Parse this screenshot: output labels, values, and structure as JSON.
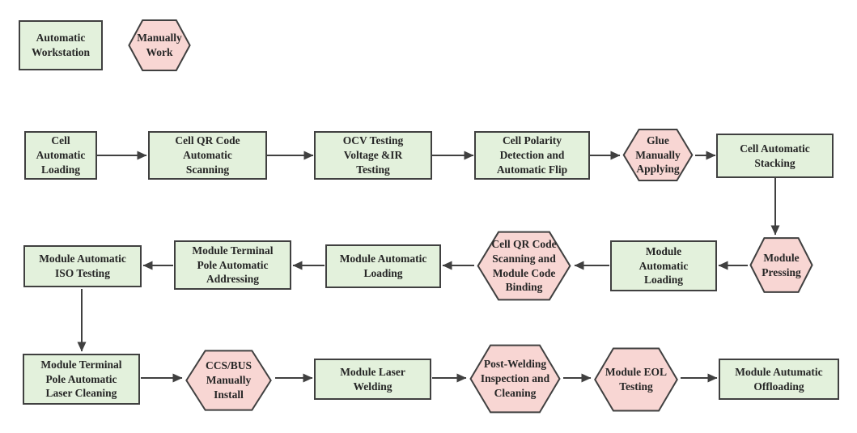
{
  "legend": {
    "automatic_workstation": "Automatic\nWorkstation",
    "manually_work": "Manually\nWork"
  },
  "colors": {
    "automatic_fill": "#e3f1dc",
    "manual_fill": "#f8d6d3",
    "border": "#404040",
    "arrow": "#404040",
    "text": "#262626",
    "background": "#ffffff"
  },
  "nodes": {
    "cell_automatic_loading": "Cell\nAutomatic\nLoading",
    "cell_qr_code_automatic_scanning": "Cell QR Code\nAutomatic\nScanning",
    "ocv_testing_voltage_ir_testing": "OCV Testing\nVoltage &IR\nTesting",
    "cell_polarity_detection_automatic_flip": "Cell Polarity\nDetection and\nAutomatic Flip",
    "glue_manually_applying": "Glue\nManually\nApplying",
    "cell_automatic_stacking": "Cell Automatic\nStacking",
    "module_pressing": "Module\nPressing",
    "module_automatic_loading_right": "Module\nAutomatic\nLoading",
    "cell_qr_code_scanning_module_code_binding": "Cell QR Code\nScanning and\nModule Code\nBinding",
    "module_automatic_loading_mid": "Module Automatic\nLoading",
    "module_terminal_pole_automatic_addressing": "Module Terminal\nPole Automatic\nAddressing",
    "module_automatic_iso_testing": "Module Automatic\nISO Testing",
    "module_terminal_pole_automatic_laser_cleaning": "Module Terminal\nPole Automatic\nLaser Cleaning",
    "ccs_bus_manually_install": "CCS/BUS\nManually\nInstall",
    "module_laser_welding": "Module Laser\nWelding",
    "post_welding_inspection_cleaning": "Post-Welding\nInspection and\nCleaning",
    "module_eol_testing": "Module EOL\nTesting",
    "module_autumatic_offloading": "Module Autumatic\nOffloading"
  },
  "flow": {
    "edges": [
      {
        "from": "cell_automatic_loading",
        "to": "cell_qr_code_automatic_scanning"
      },
      {
        "from": "cell_qr_code_automatic_scanning",
        "to": "ocv_testing_voltage_ir_testing"
      },
      {
        "from": "ocv_testing_voltage_ir_testing",
        "to": "cell_polarity_detection_automatic_flip"
      },
      {
        "from": "cell_polarity_detection_automatic_flip",
        "to": "glue_manually_applying"
      },
      {
        "from": "glue_manually_applying",
        "to": "cell_automatic_stacking"
      },
      {
        "from": "cell_automatic_stacking",
        "to": "module_pressing"
      },
      {
        "from": "module_pressing",
        "to": "module_automatic_loading_right"
      },
      {
        "from": "module_automatic_loading_right",
        "to": "cell_qr_code_scanning_module_code_binding"
      },
      {
        "from": "cell_qr_code_scanning_module_code_binding",
        "to": "module_automatic_loading_mid"
      },
      {
        "from": "module_automatic_loading_mid",
        "to": "module_terminal_pole_automatic_addressing"
      },
      {
        "from": "module_terminal_pole_automatic_addressing",
        "to": "module_automatic_iso_testing"
      },
      {
        "from": "module_automatic_iso_testing",
        "to": "module_terminal_pole_automatic_laser_cleaning"
      },
      {
        "from": "module_terminal_pole_automatic_laser_cleaning",
        "to": "ccs_bus_manually_install"
      },
      {
        "from": "ccs_bus_manually_install",
        "to": "module_laser_welding"
      },
      {
        "from": "module_laser_welding",
        "to": "post_welding_inspection_cleaning"
      },
      {
        "from": "post_welding_inspection_cleaning",
        "to": "module_eol_testing"
      },
      {
        "from": "module_eol_testing",
        "to": "module_autumatic_offloading"
      }
    ]
  }
}
